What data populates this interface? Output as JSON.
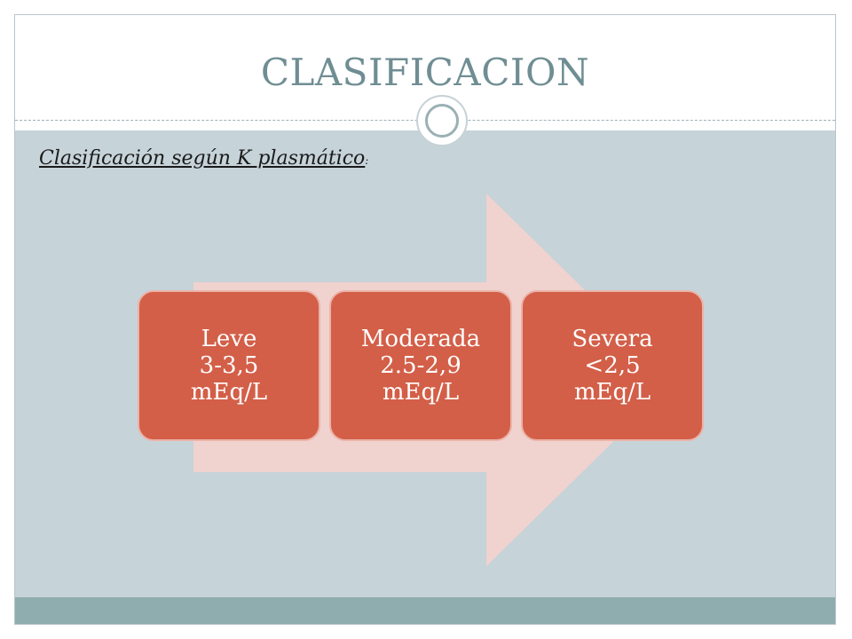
{
  "slide": {
    "title": "CLASIFICACION",
    "subtitle": "Clasificación según K plasmático",
    "subtitle_suffix": ":"
  },
  "levels": [
    {
      "name": "Leve",
      "range": "3-3,5",
      "unit": "mEq/L"
    },
    {
      "name": "Moderada",
      "range": "2.5-2,9",
      "unit": "mEq/L"
    },
    {
      "name": "Severa",
      "range": "<2,5",
      "unit": "mEq/L"
    }
  ],
  "colors": {
    "title": "#6f8e93",
    "content_band": "#c6d3d9",
    "footer_band": "#8fadae",
    "arrow": "#f0d2cf",
    "level_box": "#d35f48"
  }
}
